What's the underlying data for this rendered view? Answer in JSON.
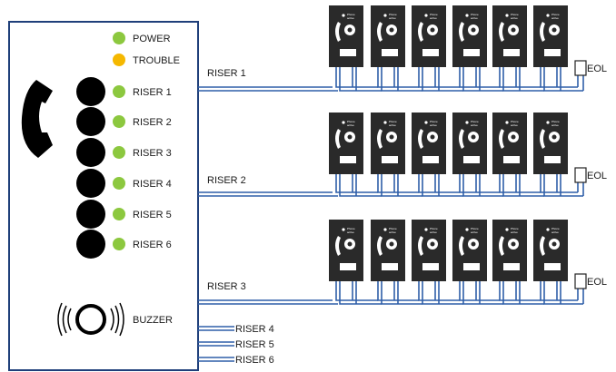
{
  "panel": {
    "indicators": [
      {
        "label": "POWER",
        "color": "#8cc83f"
      },
      {
        "label": "TROUBLE",
        "color": "#f5b800"
      }
    ],
    "risers": [
      {
        "label": "RISER 1",
        "color": "#8cc83f"
      },
      {
        "label": "RISER 2",
        "color": "#8cc83f"
      },
      {
        "label": "RISER 3",
        "color": "#8cc83f"
      },
      {
        "label": "RISER 4",
        "color": "#8cc83f"
      },
      {
        "label": "RISER 5",
        "color": "#8cc83f"
      },
      {
        "label": "RISER 6",
        "color": "#8cc83f"
      }
    ],
    "buzzer_label": "BUZZER",
    "handset_icon": "telephone-handset-icon",
    "button_color": "#000000"
  },
  "lines": {
    "riser_labels": [
      "RISER 1",
      "RISER 2",
      "RISER 3"
    ],
    "stub_labels": [
      "RISER 4",
      "RISER 5",
      "RISER 6"
    ],
    "wire_color": "#2f5fa8",
    "eol_label": "EOL"
  },
  "station": {
    "count_per_riser": 6,
    "body_color": "#2a2a2a",
    "text_lines": [
      "Phone",
      "active"
    ]
  }
}
